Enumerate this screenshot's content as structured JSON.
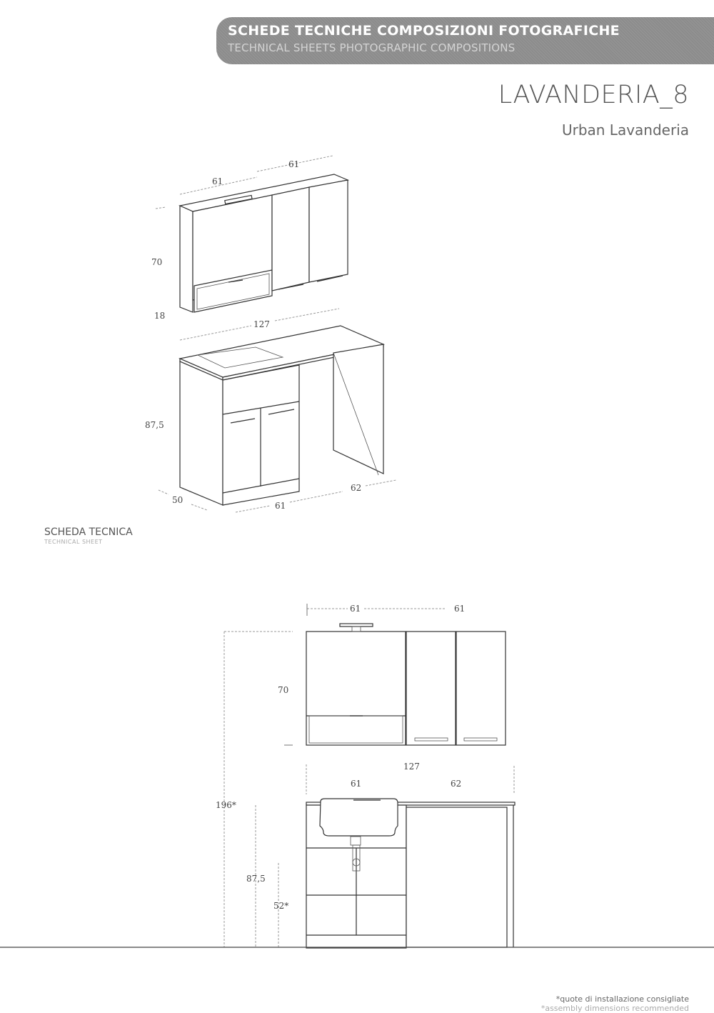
{
  "header": {
    "banner_title": "SCHEDE TECNICHE COMPOSIZIONI FOTOGRAFICHE",
    "banner_subtitle": "TECHNICAL SHEETS PHOTOGRAPHIC COMPOSITIONS",
    "title": "LAVANDERIA_8",
    "subtitle": "Urban Lavanderia"
  },
  "perspective_view": {
    "wall_unit": {
      "width_left": "61",
      "width_right": "61",
      "height": "70",
      "depth": "18"
    },
    "base_unit": {
      "total_width": "127",
      "height": "87,5",
      "depth": "50",
      "width_sink": "61",
      "width_top": "62"
    }
  },
  "section_label": {
    "title": "SCHEDA TECNICA",
    "subtitle": "TECHNICAL SHEET"
  },
  "front_view": {
    "wall_unit": {
      "width_left": "61",
      "width_right": "61",
      "height": "70"
    },
    "base_unit": {
      "total_width": "127",
      "width_sink": "61",
      "width_top": "62",
      "height": "87,5"
    },
    "install_height_total": "196*",
    "install_height_sink": "52*"
  },
  "footer": {
    "note_it": "*quote di installazione consigliate",
    "note_en": "*assembly dimensions recommended"
  }
}
